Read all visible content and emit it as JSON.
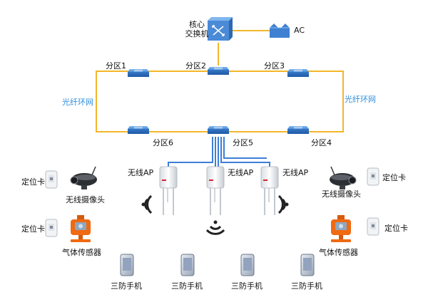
{
  "core": {
    "name_line1": "核心",
    "name_line2": "交换机"
  },
  "ac": {
    "label": "AC"
  },
  "zones": {
    "z1": "分区1",
    "z2": "分区2",
    "z3": "分区3",
    "z4": "分区4",
    "z5": "分区5",
    "z6": "分区6"
  },
  "ring": {
    "left": "光纤环网",
    "right": "光纤环网"
  },
  "aps": {
    "ap1": "无线AP",
    "ap2": "无线AP",
    "ap3": "无线AP"
  },
  "left_devices": {
    "card1": "定位卡",
    "camera": "无线摄像头",
    "card2": "定位卡",
    "gas": "气体传感器"
  },
  "right_devices": {
    "card1": "定位卡",
    "camera": "无线摄像头",
    "card2": "定位卡",
    "gas": "气体传感器"
  },
  "phones": {
    "p1": "三防手机",
    "p2": "三防手机",
    "p3": "三防手机",
    "p4": "三防手机"
  },
  "colors": {
    "link": "#f4b62a",
    "fiber": "#3d7fd6",
    "switch": "#3a7fd0",
    "label_blue": "#2f8fdf",
    "sensor": "#e8650f"
  },
  "icons": {
    "switch": "network-switch-icon",
    "core": "core-switch-icon",
    "ac": "access-controller-icon",
    "ap": "wireless-ap-icon",
    "camera": "wireless-camera-icon",
    "card": "location-card-icon",
    "gas": "gas-sensor-icon",
    "phone": "rugged-phone-icon",
    "wifi": "wifi-signal-icon"
  }
}
